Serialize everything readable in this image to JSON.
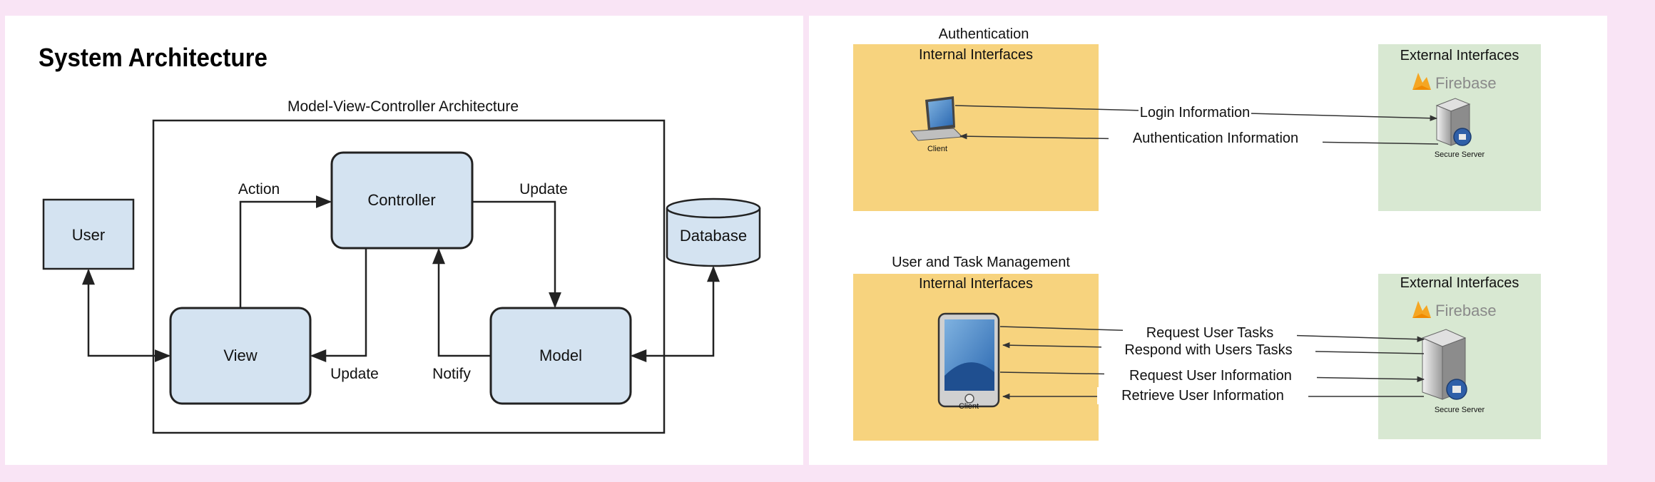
{
  "left": {
    "title": "System Architecture",
    "mvc_caption": "Model-View-Controller Architecture",
    "nodes": {
      "user": "User",
      "controller": "Controller",
      "view": "View",
      "model": "Model",
      "database": "Database"
    },
    "edges": {
      "action": "Action",
      "update_to_model": "Update",
      "update_to_view": "Update",
      "notify": "Notify"
    }
  },
  "right": {
    "auth": {
      "section_title": "Authentication",
      "internal_label": "Internal Interfaces",
      "external_label": "External Interfaces",
      "firebase_label": "Firebase",
      "client_label": "Client",
      "server_label": "Secure Server",
      "messages": [
        "Login Information",
        "Authentication Information"
      ]
    },
    "utm": {
      "section_title": "User and Task Management",
      "internal_label": "Internal Interfaces",
      "external_label": "External Interfaces",
      "firebase_label": "Firebase",
      "client_label": "Client",
      "server_label": "Secure Server",
      "messages": [
        "Request User Tasks",
        "Respond with Users Tasks",
        "Request User Information",
        "Retrieve User Information"
      ]
    }
  },
  "colors": {
    "page_bg": "#f9e4f5",
    "node_fill": "#d4e3f1",
    "internal_fill": "#f7d37e",
    "external_fill": "#d8e8d2",
    "firebase_flame": "#f5a623"
  }
}
